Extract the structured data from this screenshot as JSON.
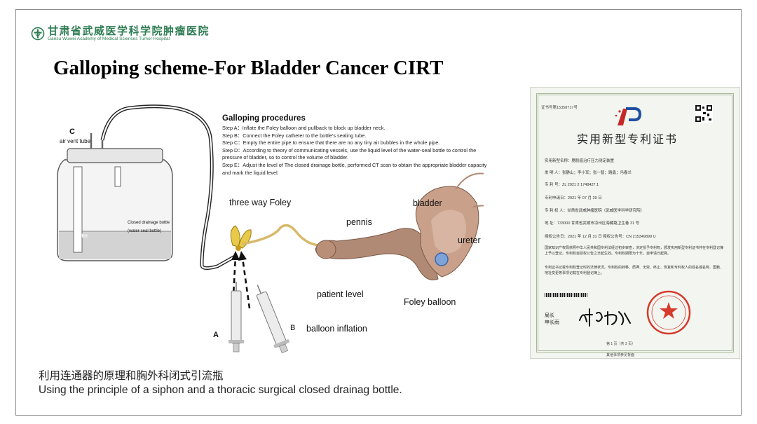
{
  "header": {
    "logo_cn": "甘肃省武威医学科学院肿瘤医院",
    "logo_en": "Gansu Wuwei Academy of Medical Sciences Tumor Hospital",
    "title": "Galloping scheme-For Bladder Cancer CIRT"
  },
  "procedures": {
    "title": "Galloping procedures",
    "steps": [
      "Step A：Inflate the Foley balloon and pullback to block up bladder neck.",
      "Step B：Connect the Foley catheter to the bottle's sealing tube.",
      "Step C：Empty the entire pipe to ensure that there are no any tiny air bubbles in the whole pipe.",
      "Step D：According to theory of communicating vessels, use  the liquid level of the water-seal bottle to control the pressure of bladder, so to control the volume of  bladder.",
      "Step E：Adjust the level of The closed drainage bottle, performed  CT scan  to obtain the appropriate bladder capacity and mark the liquid level."
    ]
  },
  "diagram": {
    "label_c": "C",
    "air_vent_tube": "air vent tube",
    "water": "water",
    "closed_bottle_1": "Closed drainage bottle",
    "closed_bottle_2": "(water-seal bottle)",
    "three_way_foley": "three way Foley",
    "pennis": "pennis",
    "bladder": "bladder",
    "ureter": "ureter",
    "patient_level": "patient level",
    "foley_balloon": "Foley balloon",
    "label_a": "A",
    "label_b": "B",
    "balloon_inflation": "balloon inflation"
  },
  "caption": {
    "cn": "利用连通器的原理和胸外科闭式引流瓶",
    "en": "Using the principle of a siphon and a thoracic surgical closed drainag bottle."
  },
  "certificate": {
    "number": "证书号第15358717号",
    "title": "实用新型专利证书",
    "rows": [
      "实用新型名称：膀胱癌治疗压力测定装置",
      "发  明  人：张静山；李小军；张一智；路鑫；冯春兰",
      "专  利  号：ZL 2021 2 1748427.1",
      "专利申请日：2021 年 07 月 29 日",
      "专 利 权 人：甘肃省武威肿瘤医院（武威医学科学研究院）",
      "地      址：733000 甘肃省武威市凉州区海藏路卫生巷 31 号",
      "授权公告日：2021 年 12 月 31 日        授权公告号：CN 215349899 U"
    ],
    "para1": "国家知识产权局依照中华人民共和国专利法经过初步审查，决定授予专利权，颁发实用新型专利证书并在专利登记簿上予以登记。专利权自授权公告之日起生效。专利权期限为十年，自申请日起算。",
    "para2": "专利证书记载专利权登记时的法律状况。专利权的转移、质押、无效、终止、恢复和专利权人的姓名或名称、国籍、地址变更等事项记载在专利登记簿上。",
    "signer_1": "局长",
    "signer_2": "申长雨",
    "page": "第 1 页（共 2 页）",
    "footer": "其他事项参见背面"
  },
  "colors": {
    "logo_green": "#2e7d53",
    "catheter_yellow": "#e8c94a",
    "tissue_brown": "#9a6e55",
    "stamp_red": "#d63a2c"
  }
}
